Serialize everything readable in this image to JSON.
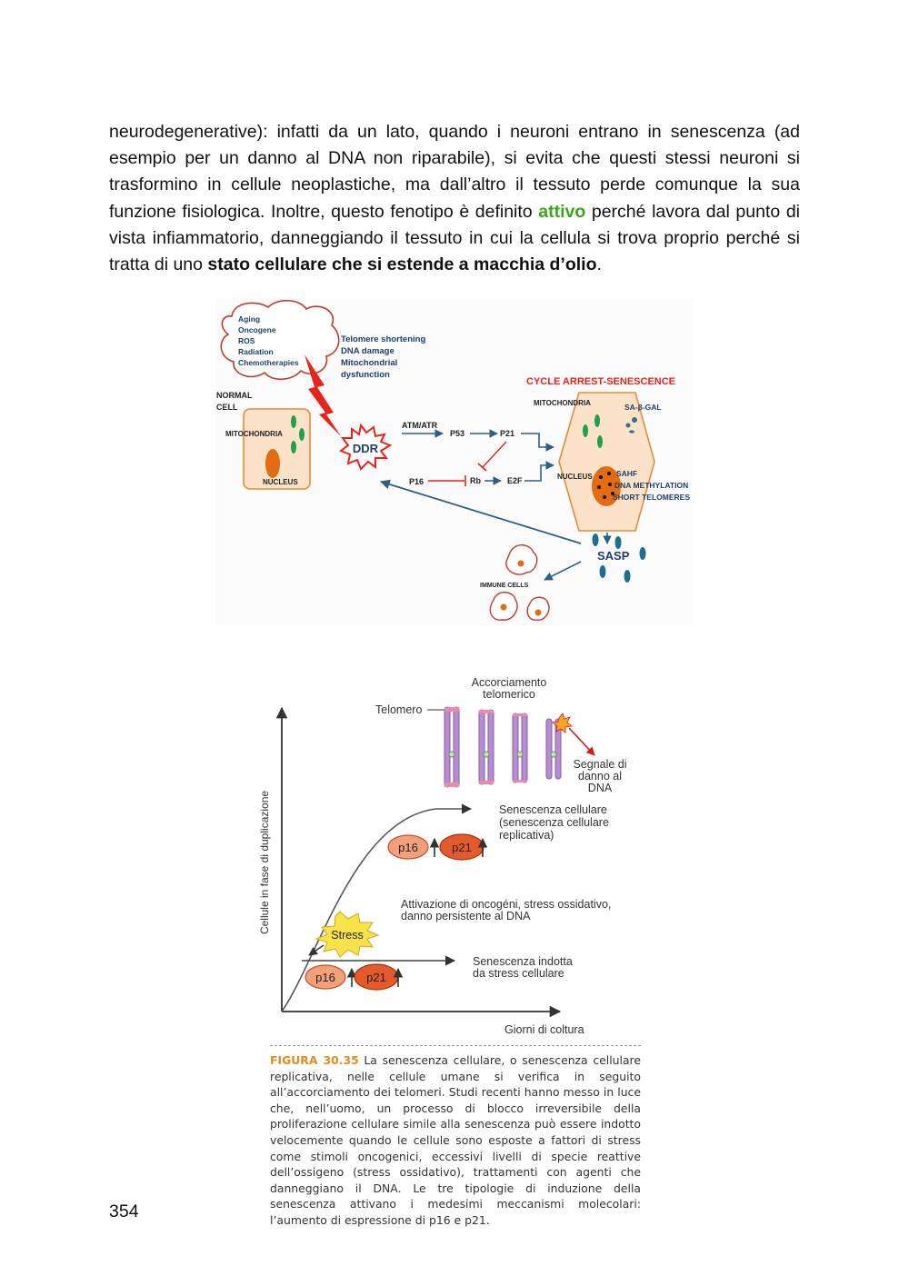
{
  "paragraph": {
    "part1": "neurodegenerative): infatti da un lato, quando i neuroni entrano in senescenza (ad esempio per un danno al DNA non riparabile), si evita che questi stessi neuroni si trasformino in cellule neoplastiche, ma dall’altro il tessuto perde comunque la sua funzione fisiologica. Inoltre, questo fenotipo è definito ",
    "highlight": "attivo",
    "part2": " perché lavora dal punto di vista infiammatorio, danneggiando il tessuto in cui la cellula si trova proprio perché si tratta di uno ",
    "bold": "stato cellulare che si estende a macchia d’olio",
    "end": "."
  },
  "figure1": {
    "stressors": [
      "Aging",
      "Oncogene",
      "ROS",
      "Radiation",
      "Chemotherapies"
    ],
    "damage": [
      "Telomere shortening",
      "DNA damage",
      "Mitochondrial",
      "dysfunction"
    ],
    "normal_cell": [
      "NORMAL",
      "CELL"
    ],
    "mitochondria": "MITOCHONDRIA",
    "nucleus": "NUCLEUS",
    "ddr": "DDR",
    "atm": "ATM/ATR",
    "p53": "P53",
    "p21": "P21",
    "p16": "P16",
    "rb": "Rb",
    "e2f": "E2F",
    "arrest_title": "CYCLE ARREST-SENESCENCE",
    "sagal": "SA-β-GAL",
    "senescent_features": [
      "SAHF",
      "DNA METHYLATION",
      "SHORT TELOMERES"
    ],
    "sasp": "SASP",
    "immune": "IMMUNE CELLS"
  },
  "figure2": {
    "accorciamento": [
      "Accorciamento",
      "telomerico"
    ],
    "telomero": "Telomero",
    "segnale": [
      "Segnale di",
      "danno al",
      "DNA"
    ],
    "senescenza_rep": [
      "Senescenza cellulare",
      "(senescenza cellulare",
      "replicativa)"
    ],
    "attivazione": [
      "Attivazione di oncogéni, stress ossidativo,",
      "danno persistente al DNA"
    ],
    "stress": "Stress",
    "senescenza_ind": [
      "Senescenza indotta",
      "da stress cellulare"
    ],
    "ylabel": "Cellule in fase di duplicazione",
    "xlabel": "Giorni di coltura",
    "p16": "p16",
    "p21": "p21"
  },
  "caption": {
    "label": "FIGURA 30.35",
    "text": " La senescenza cellulare, o senescenza cellulare replicativa, nelle cellule umane si verifica in seguito all’accorciamento dei telomeri. Studi recenti hanno messo in luce che, nell’uomo, un processo di blocco irreversibile della proliferazione cellulare simile alla senescenza può essere indotto velocemente quando le cellule sono esposte a fattori di stress come stimoli oncogenici, eccessivi livelli di specie reattive dell’ossigeno (stress ossidativo), trattamenti con agenti che danneggiano il DNA. Le tre tipologie di induzione della senescenza attivano i medesimi meccanismi molecolari: l’aumento di espressione di p16 e p21."
  },
  "page_number": "354"
}
